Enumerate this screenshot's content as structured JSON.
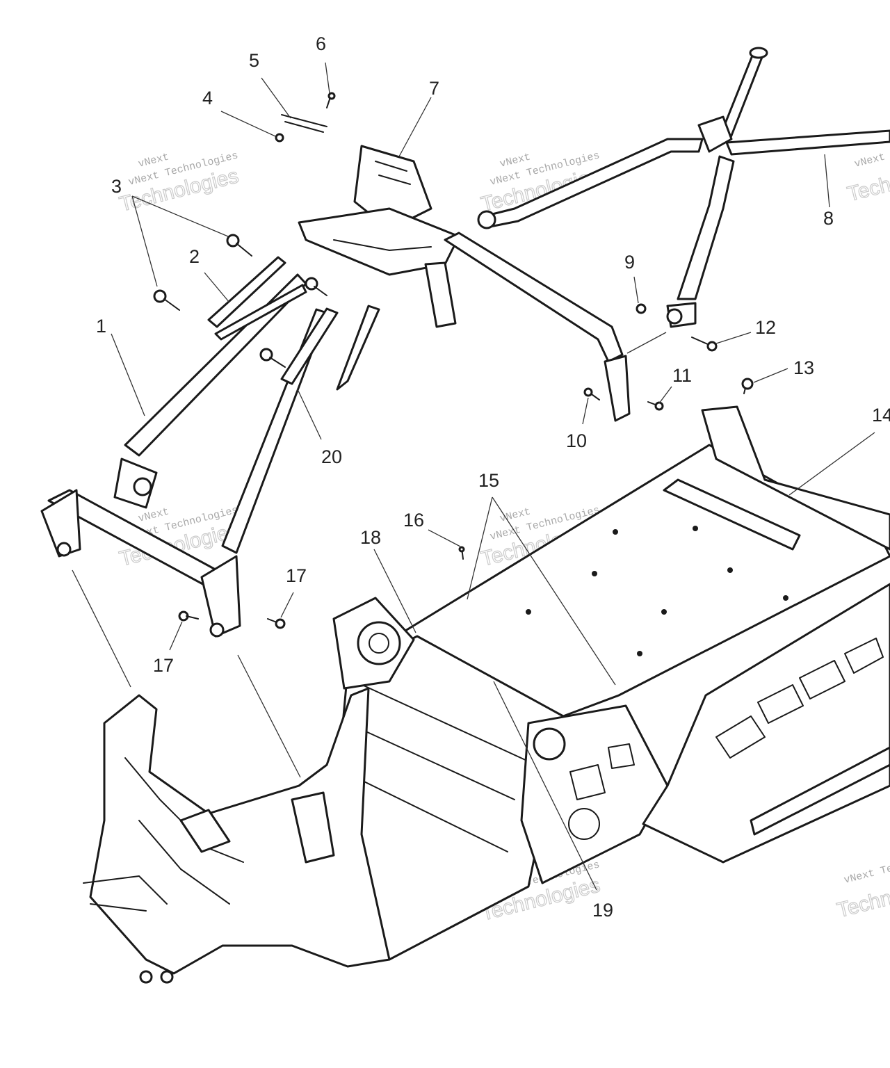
{
  "diagram": {
    "callouts": [
      {
        "id": "c1",
        "label": "1"
      },
      {
        "id": "c2",
        "label": "2"
      },
      {
        "id": "c3",
        "label": "3"
      },
      {
        "id": "c4",
        "label": "4"
      },
      {
        "id": "c5",
        "label": "5"
      },
      {
        "id": "c6",
        "label": "6"
      },
      {
        "id": "c7",
        "label": "7"
      },
      {
        "id": "c8",
        "label": "8"
      },
      {
        "id": "c9",
        "label": "9"
      },
      {
        "id": "c10",
        "label": "10"
      },
      {
        "id": "c11",
        "label": "11"
      },
      {
        "id": "c12",
        "label": "12"
      },
      {
        "id": "c13",
        "label": "13"
      },
      {
        "id": "c14",
        "label": "14"
      },
      {
        "id": "c15",
        "label": "15"
      },
      {
        "id": "c16",
        "label": "16"
      },
      {
        "id": "c17a",
        "label": "17"
      },
      {
        "id": "c17b",
        "label": "17"
      },
      {
        "id": "c18",
        "label": "18"
      },
      {
        "id": "c19",
        "label": "19"
      },
      {
        "id": "c20",
        "label": "20"
      }
    ]
  },
  "watermark": {
    "line_small_1": "vNext",
    "line_small_2": "vNext Technologies",
    "line_big": "Technologies",
    "line_small_3": "vNext Tec",
    "line_big_2": "Techn",
    "line_big_3": "Technol"
  }
}
